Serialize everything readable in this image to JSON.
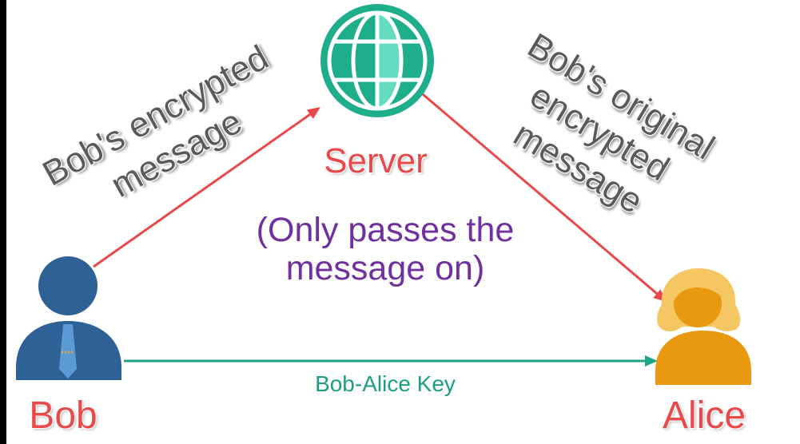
{
  "server": {
    "icon": "globe-icon",
    "label": "Server",
    "note": [
      "(Only passes the",
      "message on)"
    ]
  },
  "bob": {
    "icon": "man-icon",
    "label": "Bob"
  },
  "alice": {
    "icon": "woman-icon",
    "label": "Alice"
  },
  "arrows": {
    "bob_to_server": {
      "label": [
        "Bob's encrypted",
        "message"
      ],
      "color": "#E8484A"
    },
    "server_to_alice": {
      "label": [
        "Bob's original",
        "encrypted",
        "message"
      ],
      "color": "#E8484A"
    },
    "bob_to_alice": {
      "label": "Bob-Alice Key",
      "color": "#1FA688"
    }
  },
  "colors": {
    "node_label": "#E8494B",
    "server_note": "#7030A0",
    "arrow_label": "#5A5A5A",
    "key_label": "#1E9E80",
    "globe": "#1FAE8C",
    "globe_highlight": "#63DCC2",
    "bob": "#2E6196",
    "bob_tie": "#5B9BD5",
    "bob_tie_clip": "#E8A33A",
    "alice": "#E8990F",
    "alice_hair": "#F4C762"
  }
}
